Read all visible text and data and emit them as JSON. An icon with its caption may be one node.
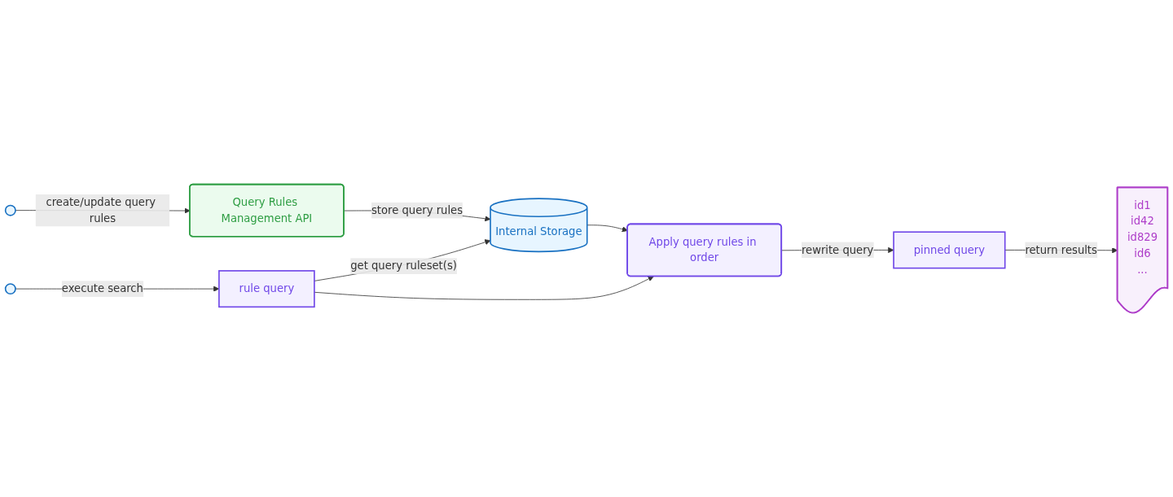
{
  "diagram": {
    "nodes": [
      {
        "text": [],
        "shape": "person"
      },
      {
        "text": [
          "Query Rules Management API"
        ]
      },
      {
        "text": [
          "Internal Storage"
        ]
      },
      {
        "text": [],
        "shape": "person"
      },
      {
        "text": [
          "rule query"
        ]
      },
      {
        "text": [
          "Apply query rules in order"
        ]
      },
      {
        "text": [
          "pinned query"
        ]
      },
      {
        "text": [
          "id1",
          "id42",
          "id829",
          "id6",
          "..."
        ]
      }
    ],
    "edges": [
      {
        "from": 0,
        "to": 1,
        "label": "create/update query rules",
        "arrow": "to"
      },
      {
        "from": 1,
        "to": 2,
        "label": "store query rules",
        "arrow": "to"
      },
      {
        "from": 4,
        "to": 2,
        "label": "get query ruleset(s)",
        "arrow": "to"
      },
      {
        "from": 2,
        "to": 5,
        "arrow": "to"
      },
      {
        "from": 3,
        "to": 4,
        "label": "execute search",
        "arrow": "to"
      },
      {
        "from": 4,
        "to": 5,
        "arrow": "to"
      },
      {
        "from": 5,
        "to": 6,
        "label": "rewrite query",
        "arrow": "to"
      },
      {
        "from": 6,
        "to": 7,
        "label": "return results",
        "arrow": "to"
      }
    ]
  }
}
